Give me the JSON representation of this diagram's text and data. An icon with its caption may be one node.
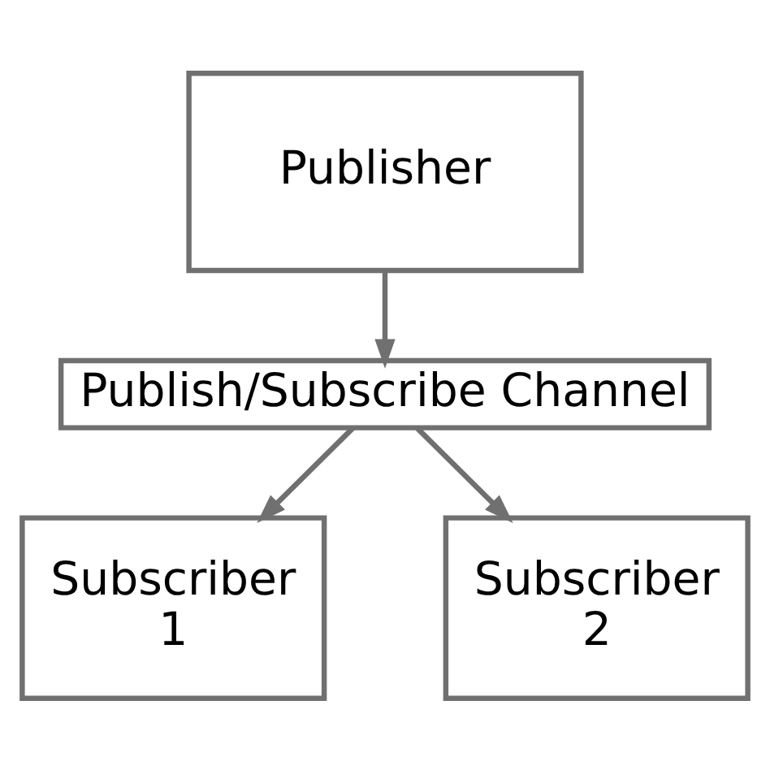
{
  "diagram": {
    "nodes": [
      {
        "text": [
          "Publisher"
        ]
      },
      {
        "text": [
          "Publish/Subscribe Channel"
        ]
      },
      {
        "text": [
          "Subscriber 1"
        ]
      },
      {
        "text": [
          "Subscriber 2"
        ]
      }
    ],
    "edges": [
      {
        "from": 0,
        "to": 1,
        "arrow": "to"
      },
      {
        "from": 1,
        "to": 2,
        "arrow": "to"
      },
      {
        "from": 1,
        "to": 3,
        "arrow": "to"
      }
    ]
  }
}
